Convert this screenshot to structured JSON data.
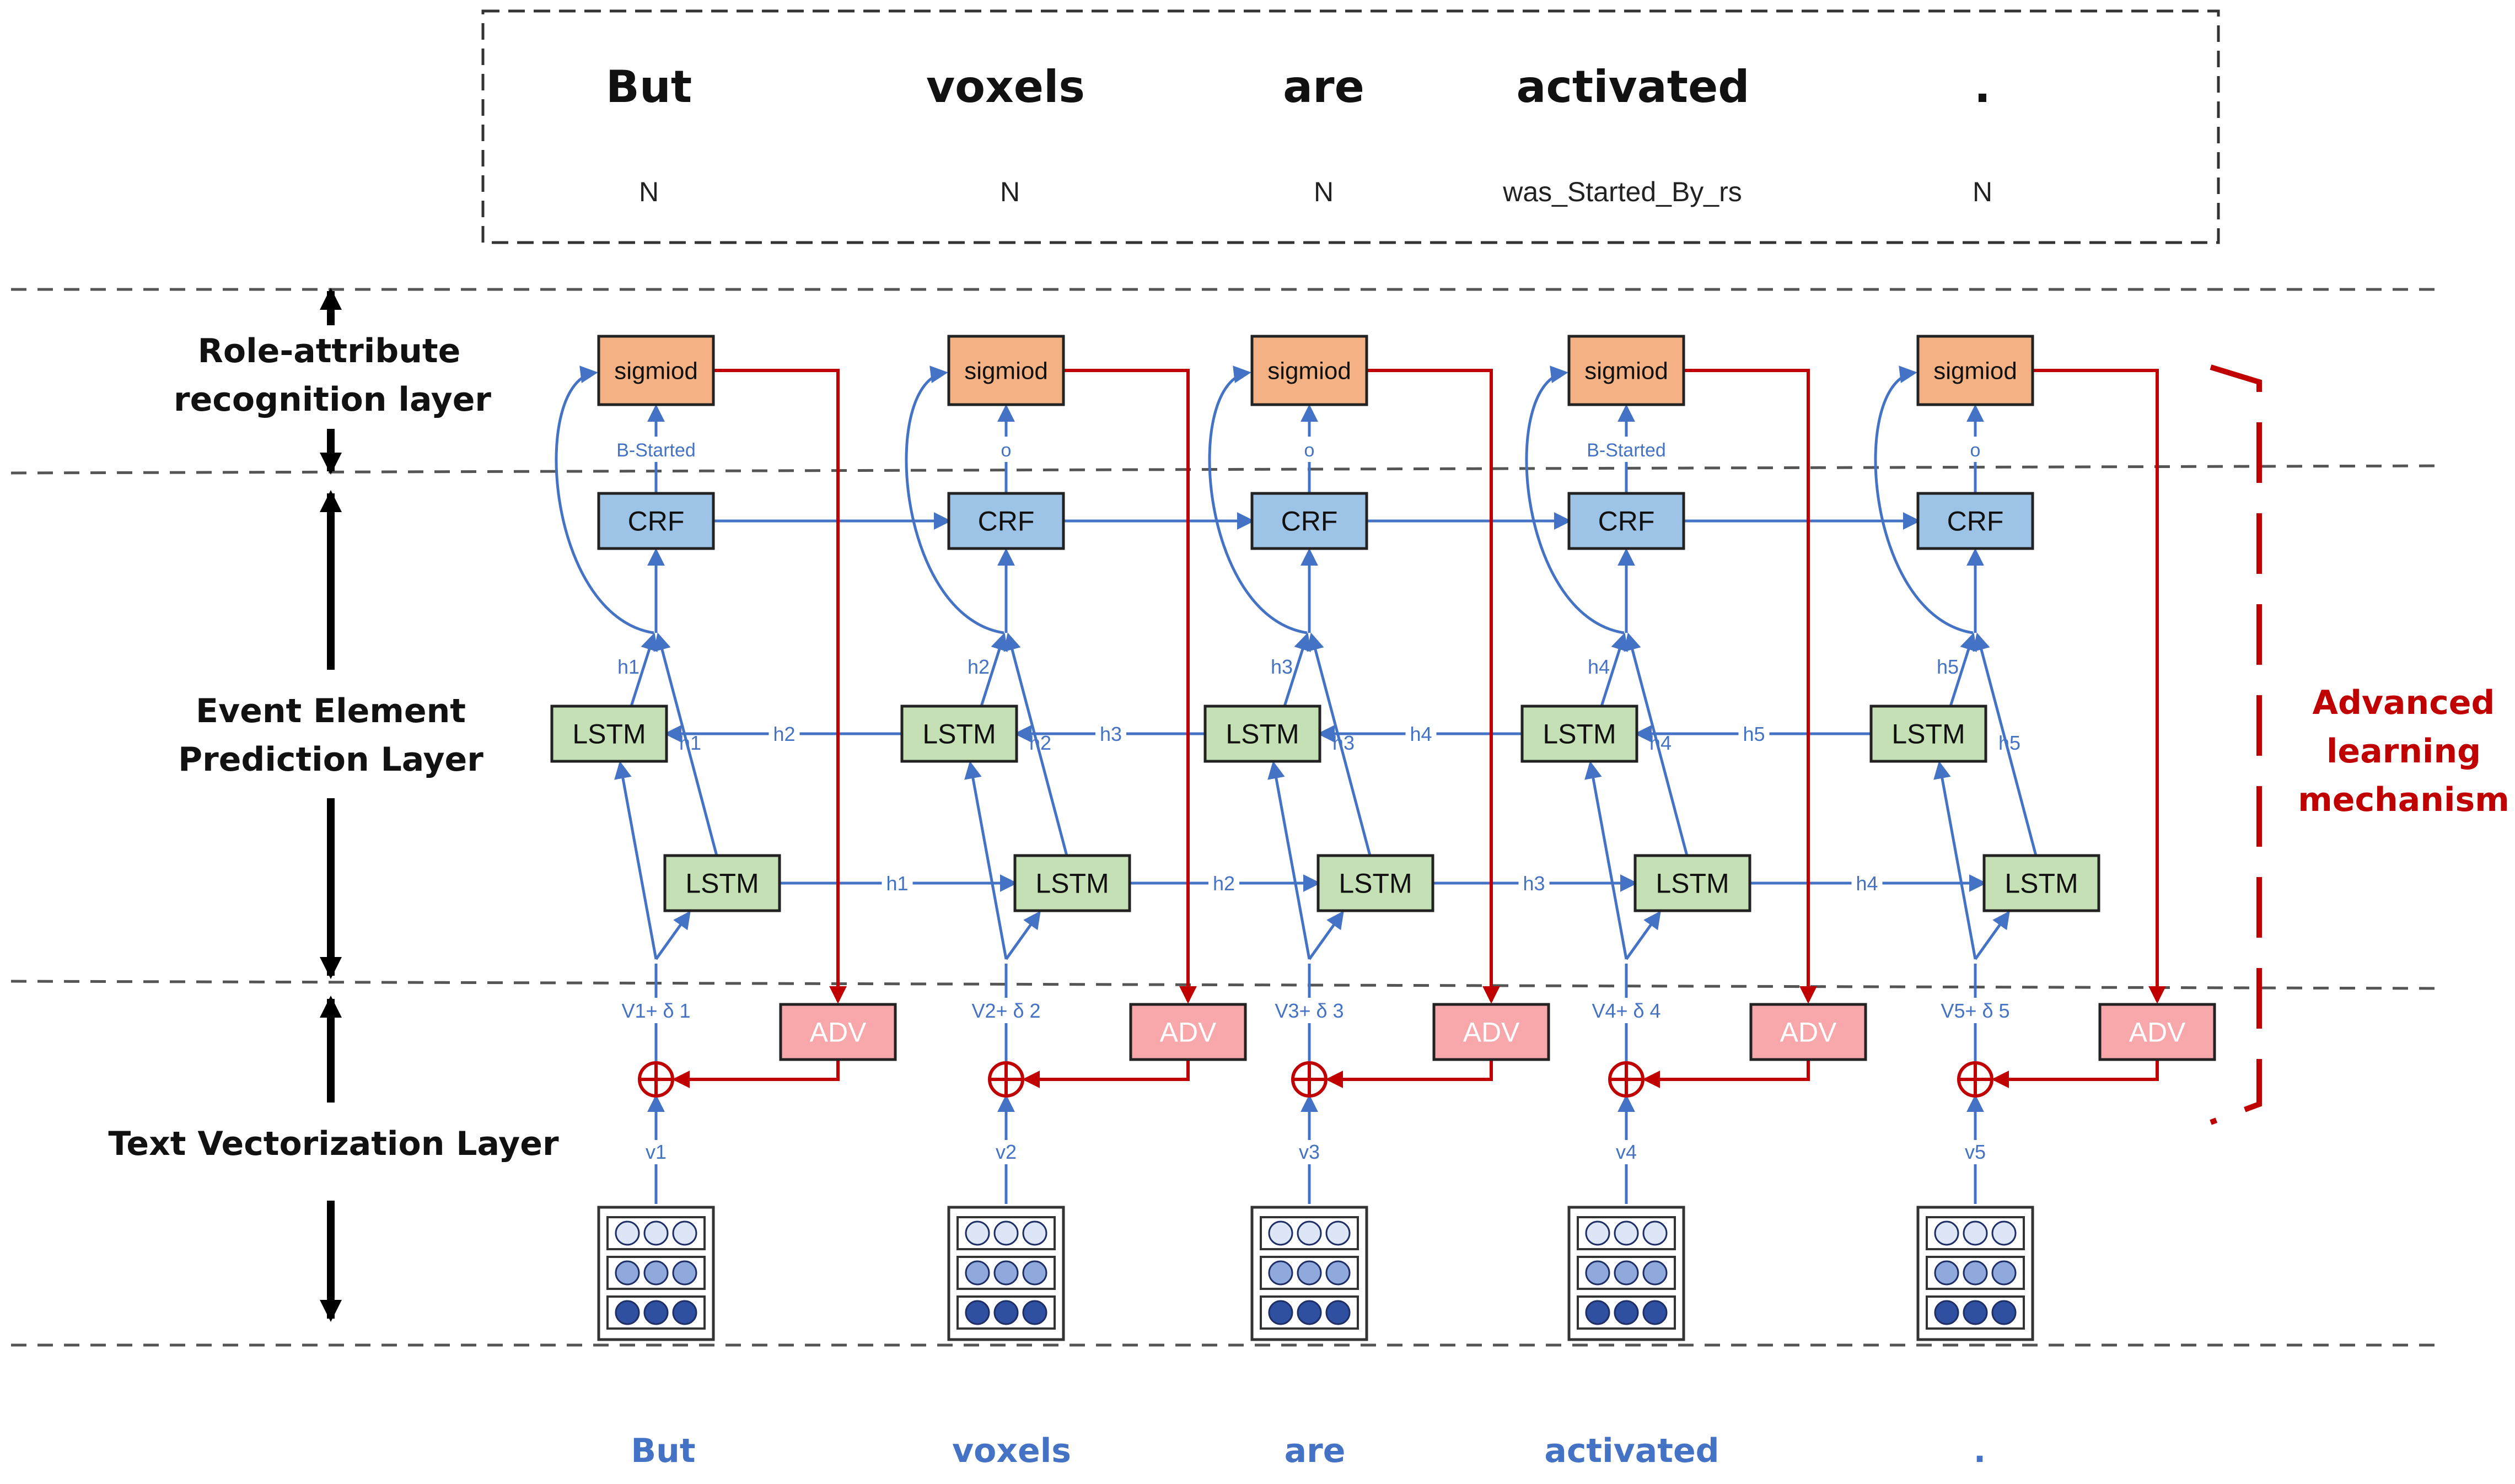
{
  "sentence_box": {
    "words": [
      "But",
      "voxels",
      "are",
      "activated",
      "."
    ],
    "tags": [
      "N",
      "N",
      "N",
      "was_Started_By_rs",
      "N"
    ]
  },
  "layers": {
    "role": [
      "Role-attribute",
      "recognition layer"
    ],
    "event": [
      "Event Element",
      "Prediction Layer"
    ],
    "text": "Text Vectorization Layer"
  },
  "advanced": [
    "Advanced",
    "learning",
    "mechanism"
  ],
  "blocks": {
    "sigmoid": "sigmiod",
    "crf": "CRF",
    "lstm": "LSTM",
    "adv": "ADV"
  },
  "crf_outputs": [
    "B-Started",
    "o",
    "o",
    "B-Started",
    "o"
  ],
  "hidden_labels": [
    "h1",
    "h2",
    "h3",
    "h4",
    "h5"
  ],
  "backward_labels": [
    "h2",
    "h3",
    "h4",
    "h5"
  ],
  "forward_labels": [
    "h1",
    "h2",
    "h3",
    "h4"
  ],
  "perturbed": [
    "V1+ δ 1",
    "V2+ δ 2",
    "V3+ δ 3",
    "V4+ δ 4",
    "V5+ δ 5"
  ],
  "vectors": [
    "v1",
    "v2",
    "v3",
    "v4",
    "v5"
  ],
  "bottom_words": [
    "But",
    "voxels",
    "are",
    "activated",
    "."
  ],
  "colors": {
    "sigmoid_fill": "#f4b183",
    "crf_fill": "#9dc3e6",
    "lstm_fill": "#c5e0b4",
    "adv_fill": "#f8a7ab",
    "blue_line": "#4472c4",
    "red_line": "#c00000"
  }
}
